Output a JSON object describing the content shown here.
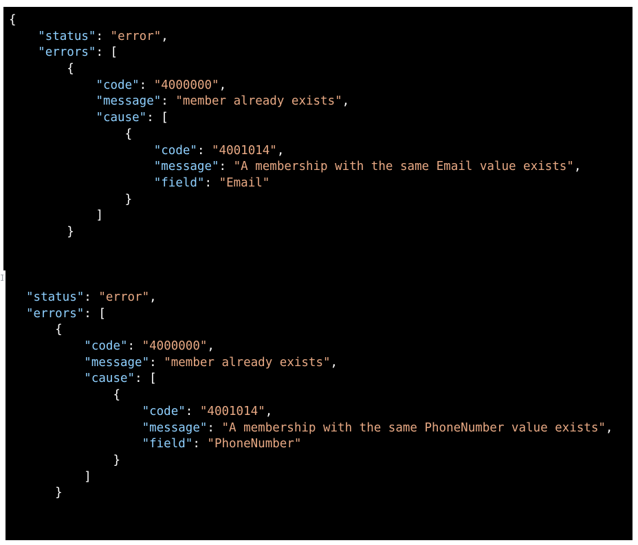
{
  "colors": {
    "background": "#000000",
    "key": "#8fd0ff",
    "string": "#e8a984",
    "punctuation": "#ffffff"
  },
  "blocks": [
    {
      "lines": [
        {
          "indent": "",
          "open": "{"
        },
        {
          "indent": "    ",
          "key": "\"status\"",
          "sep": ": ",
          "value": "\"error\"",
          "tail": ","
        },
        {
          "indent": "    ",
          "key": "\"errors\"",
          "sep": ": ",
          "open": "["
        },
        {
          "indent": "        ",
          "open": "{"
        },
        {
          "indent": "            ",
          "key": "\"code\"",
          "sep": ": ",
          "value": "\"4000000\"",
          "tail": ","
        },
        {
          "indent": "            ",
          "key": "\"message\"",
          "sep": ": ",
          "value": "\"member already exists\"",
          "tail": ","
        },
        {
          "indent": "            ",
          "key": "\"cause\"",
          "sep": ": ",
          "open": "["
        },
        {
          "indent": "                ",
          "open": "{"
        },
        {
          "indent": "                    ",
          "key": "\"code\"",
          "sep": ": ",
          "value": "\"4001014\"",
          "tail": ","
        },
        {
          "indent": "                    ",
          "key": "\"message\"",
          "sep": ": ",
          "value": "\"A membership with the same Email value exists\"",
          "tail": ","
        },
        {
          "indent": "                    ",
          "key": "\"field\"",
          "sep": ": ",
          "value": "\"Email\""
        },
        {
          "indent": "                ",
          "open": "}"
        },
        {
          "indent": "            ",
          "open": "]"
        },
        {
          "indent": "        ",
          "open": "}"
        }
      ]
    },
    {
      "lines": [
        {
          "indent": "",
          "key": "\"status\"",
          "sep": ": ",
          "value": "\"error\"",
          "tail": ","
        },
        {
          "indent": "",
          "key": "\"errors\"",
          "sep": ": ",
          "open": "["
        },
        {
          "indent": "    ",
          "open": "{"
        },
        {
          "indent": "        ",
          "key": "\"code\"",
          "sep": ": ",
          "value": "\"4000000\"",
          "tail": ","
        },
        {
          "indent": "        ",
          "key": "\"message\"",
          "sep": ": ",
          "value": "\"member already exists\"",
          "tail": ","
        },
        {
          "indent": "        ",
          "key": "\"cause\"",
          "sep": ": ",
          "open": "["
        },
        {
          "indent": "            ",
          "open": "{"
        },
        {
          "indent": "                ",
          "key": "\"code\"",
          "sep": ": ",
          "value": "\"4001014\"",
          "tail": ","
        },
        {
          "indent": "                ",
          "key": "\"message\"",
          "sep": ": ",
          "value": "\"A membership with the same PhoneNumber value exists\"",
          "tail": ","
        },
        {
          "indent": "                ",
          "key": "\"field\"",
          "sep": ": ",
          "value": "\"PhoneNumber\""
        },
        {
          "indent": "            ",
          "open": "}"
        },
        {
          "indent": "        ",
          "open": "]"
        },
        {
          "indent": "    ",
          "open": "}"
        }
      ]
    }
  ]
}
